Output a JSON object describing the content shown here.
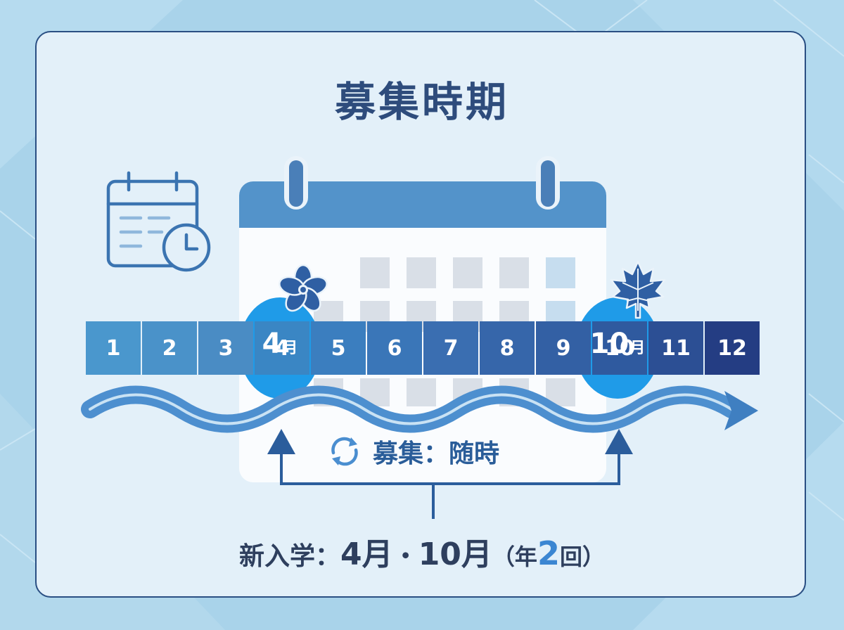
{
  "title": "募集時期",
  "months": [
    {
      "label": "1",
      "color": "#4a97cd"
    },
    {
      "label": "2",
      "color": "#4a92c9"
    },
    {
      "label": "3",
      "color": "#4a8cc4"
    },
    {
      "label": "4",
      "color": "#3a86c4"
    },
    {
      "label": "5",
      "color": "#3b7ebf"
    },
    {
      "label": "6",
      "color": "#3a76b8"
    },
    {
      "label": "7",
      "color": "#3a6eb1"
    },
    {
      "label": "8",
      "color": "#3666aa"
    },
    {
      "label": "9",
      "color": "#3360a4"
    },
    {
      "label": "10",
      "color": "#2f5a9f"
    },
    {
      "label": "11",
      "color": "#2c4f94"
    },
    {
      "label": "12",
      "color": "#243d83"
    }
  ],
  "highlights": [
    {
      "number": "4",
      "unit": "月",
      "mark": "cherry-blossom"
    },
    {
      "number": "10",
      "unit": "月",
      "mark": "maple-leaf"
    }
  ],
  "recruitment": "募集：随時",
  "entry": {
    "label": "新入学：",
    "m1": "4月",
    "sep": "・",
    "m2": "10月",
    "open": "（年",
    "count": "2",
    "close": "回）"
  },
  "colors": {
    "background": "#a9d3ea",
    "panel": "#e3f0f9",
    "border": "#2a4f83",
    "title": "#2e4c7c",
    "highlight": "#1f9be8",
    "arrow": "#2b5d9c"
  },
  "icons": [
    "calendar-clock-icon",
    "cherry-blossom-icon",
    "maple-leaf-icon",
    "refresh-icon",
    "arrow-up-icon"
  ]
}
